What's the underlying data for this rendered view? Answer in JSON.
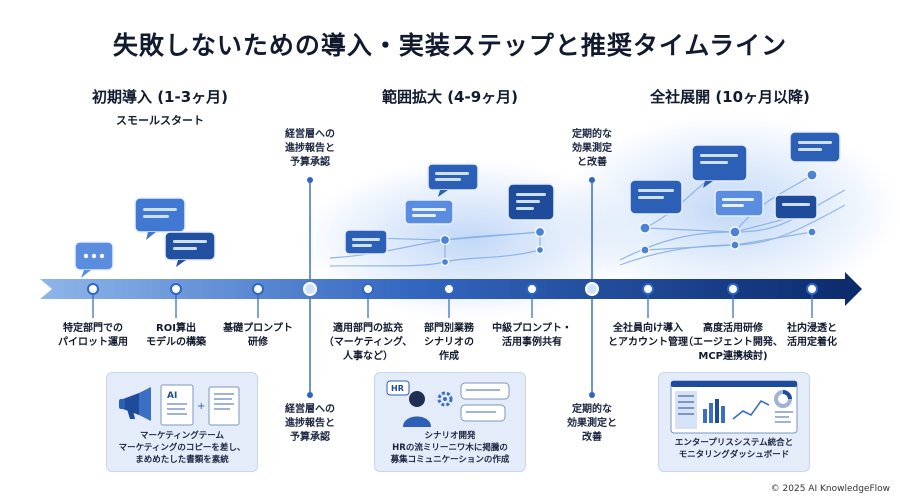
{
  "title": "失敗しないための導入・実装ステップと推奨タイムライン",
  "phases": [
    {
      "title": "初期導入 (1-3ヶ月)",
      "subtitle": "スモールスタート"
    },
    {
      "title": "範囲拡大 (4-9ヶ月)",
      "subtitle": ""
    },
    {
      "title": "全社展開 (10ヶ月以降)",
      "subtitle": ""
    }
  ],
  "milestones": [
    {
      "line1": "特定部門での",
      "line2": "パイロット運用",
      "line3": ""
    },
    {
      "line1": "ROI算出",
      "line2": "モデルの構築",
      "line3": ""
    },
    {
      "line1": "基礎プロンプト",
      "line2": "研修",
      "line3": ""
    },
    {
      "line1": "適用部門の拡充",
      "line2": "（マーケティング、",
      "line3": "人事など）"
    },
    {
      "line1": "部門別業務",
      "line2": "シナリオの",
      "line3": "作成"
    },
    {
      "line1": "中級プロンプト・",
      "line2": "活用事例共有",
      "line3": ""
    },
    {
      "line1": "全社員向け導入",
      "line2": "とアカウント管理",
      "line3": ""
    },
    {
      "line1": "高度活用研修",
      "line2": "（エージェント開発、",
      "line3": "MCP連携検討)"
    },
    {
      "line1": "社内浸透と",
      "line2": "活用定着化",
      "line3": ""
    }
  ],
  "checkpoints": [
    {
      "top1": "経営層への",
      "top2": "進捗報告と",
      "top3": "予算承認",
      "bottom1": "経営層への",
      "bottom2": "進捗報告と",
      "bottom3": "予算承認"
    },
    {
      "top1": "定期的な",
      "top2": "効果測定",
      "top3": "と改善",
      "bottom1": "定期的な",
      "bottom2": "効果測定と",
      "bottom3": "改善"
    }
  ],
  "cards": [
    {
      "badge": "AI",
      "cap1": "マーケティングテーム",
      "cap2": "マーケティングのコピーを差し、",
      "cap3": "まめめたした書類を素統"
    },
    {
      "badge": "HR",
      "cap1": "シナリオ開発",
      "cap2": "HRの流ミリーニワ木に掲騰の",
      "cap3": "募集コミュニケーションの作成"
    },
    {
      "badge": "",
      "cap1": "エンタープリスシステム統合と",
      "cap2": "モニタリングダッシュボード",
      "cap3": ""
    }
  ],
  "copyright": "© 2025 AI KnowledgeFlow",
  "colors": {
    "arrow_dark": "#0b2a6b",
    "arrow_light": "#7aa6e0",
    "bubble": "#2d5fb0",
    "bubble_dark": "#1d4a96",
    "node": "#3a6fc4",
    "accent": "#4b8be6"
  }
}
